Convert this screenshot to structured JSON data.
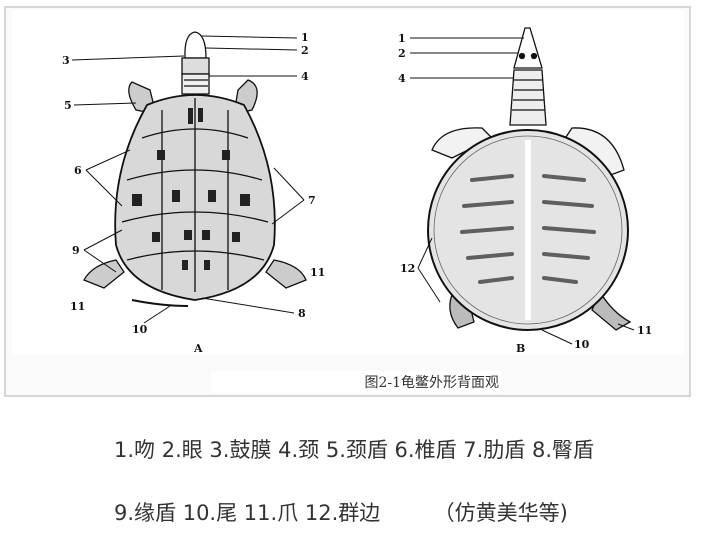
{
  "figure": {
    "caption": "图2-1龟鳖外形背面观",
    "panels": [
      {
        "id": "A",
        "label": "A",
        "callouts": [
          "1",
          "2",
          "3",
          "4",
          "5",
          "6",
          "7",
          "8",
          "9",
          "10",
          "11",
          "11"
        ]
      },
      {
        "id": "B",
        "label": "B",
        "callouts": [
          "1",
          "2",
          "4",
          "10",
          "11",
          "12"
        ]
      }
    ]
  },
  "legend": {
    "line1": "1.吻 2.眼 3.鼓膜 4.颈 5.颈盾 6.椎盾 7.肋盾 8.臀盾",
    "line2": "9.缘盾 10.尾 11.爪 12.群边        （仿黄美华等)",
    "items": [
      {
        "num": "1",
        "name": "吻"
      },
      {
        "num": "2",
        "name": "眼"
      },
      {
        "num": "3",
        "name": "鼓膜"
      },
      {
        "num": "4",
        "name": "颈"
      },
      {
        "num": "5",
        "name": "颈盾"
      },
      {
        "num": "6",
        "name": "椎盾"
      },
      {
        "num": "7",
        "name": "肋盾"
      },
      {
        "num": "8",
        "name": "臀盾"
      },
      {
        "num": "9",
        "name": "缘盾"
      },
      {
        "num": "10",
        "name": "尾"
      },
      {
        "num": "11",
        "name": "爪"
      },
      {
        "num": "12",
        "name": "群边"
      }
    ],
    "source": "（仿黄美华等)"
  }
}
